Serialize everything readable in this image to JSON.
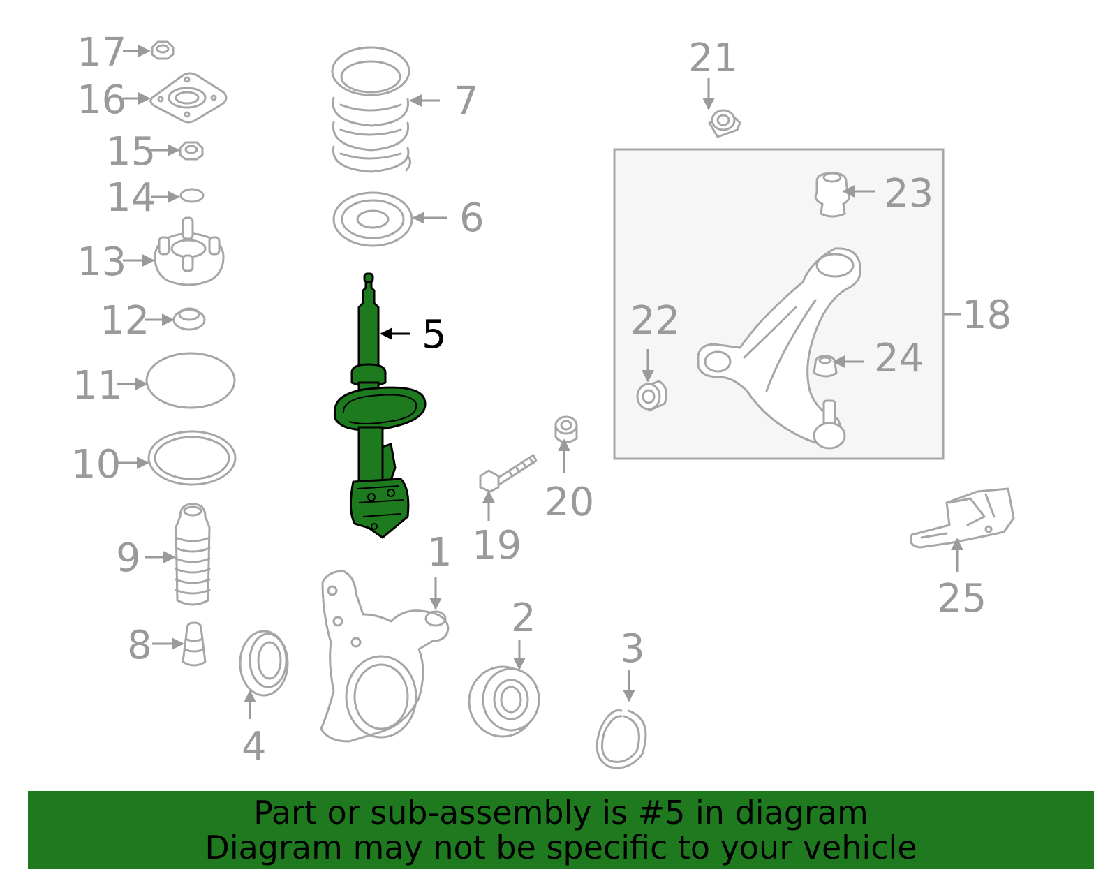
{
  "colors": {
    "highlight_part": "#1e7a1e",
    "banner_background": "#1f7a1f",
    "part_outline": "#a6a6a6",
    "callout_text": "#9a9a9a"
  },
  "highlighted_part": "5",
  "callouts": [
    "1",
    "2",
    "3",
    "4",
    "5",
    "6",
    "7",
    "8",
    "9",
    "10",
    "11",
    "12",
    "13",
    "14",
    "15",
    "16",
    "17",
    "18",
    "19",
    "20",
    "21",
    "22",
    "23",
    "24",
    "25"
  ],
  "banner": {
    "line1": "Part or sub-assembly is #5 in diagram",
    "line2": "Diagram may not be specific to your vehicle"
  }
}
